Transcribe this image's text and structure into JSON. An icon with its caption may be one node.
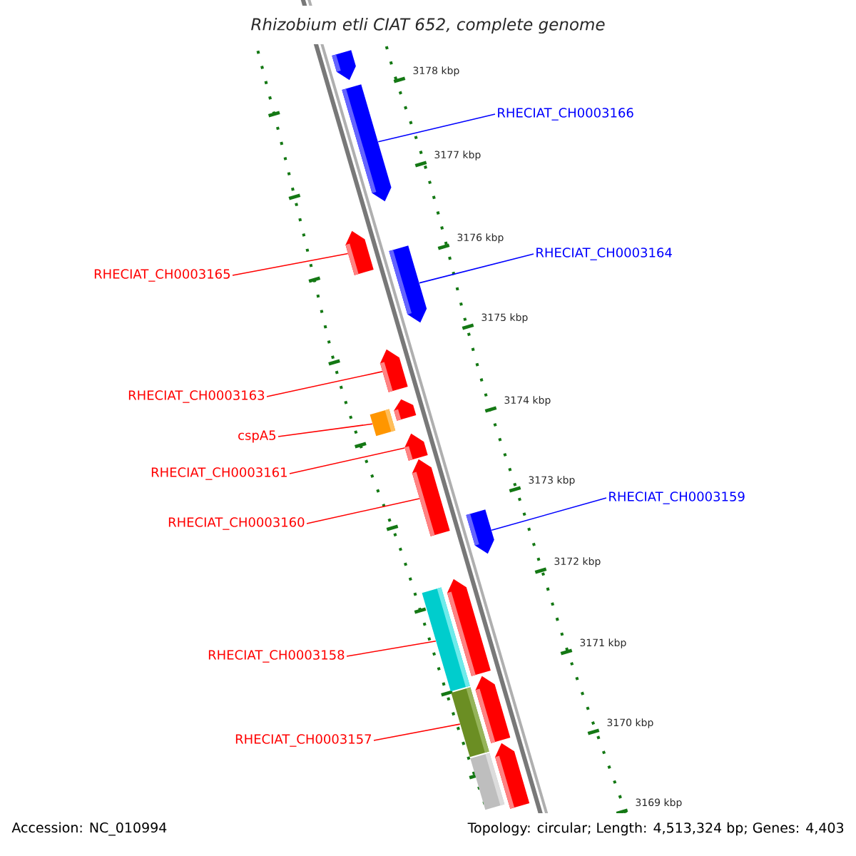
{
  "diagram": {
    "title": "Rhizobium etli CIAT 652, complete genome",
    "nodes": [
      {
        "text": [],
        "shape": "arrow"
      },
      {
        "text": [
          "RHECIAT_CH0003166"
        ]
      },
      {
        "text": [],
        "shape": "arrow"
      },
      {
        "text": [
          "RHECIAT_CH0003165"
        ]
      },
      {
        "text": [],
        "shape": "arrow"
      },
      {
        "text": [
          "RHECIAT_CH0003164"
        ]
      },
      {
        "text": [],
        "shape": "arrow"
      },
      {
        "text": [
          "RHECIAT_CH0003163"
        ]
      },
      {
        "text": [],
        "shape": "arrow"
      },
      {
        "text": [
          "cspA5"
        ]
      },
      {
        "text": [],
        "shape": "box"
      },
      {
        "text": [],
        "shape": "arrow"
      },
      {
        "text": [
          "RHECIAT_CH0003161"
        ]
      },
      {
        "text": [],
        "shape": "arrow"
      },
      {
        "text": [
          "RHECIAT_CH0003160"
        ]
      },
      {
        "text": [],
        "shape": "arrow"
      },
      {
        "text": [
          "RHECIAT_CH0003159"
        ]
      },
      {
        "text": [],
        "shape": "arrow"
      },
      {
        "text": [
          "RHECIAT_CH0003158"
        ]
      },
      {
        "text": [],
        "shape": "box"
      },
      {
        "text": [],
        "shape": "arrow"
      },
      {
        "text": [
          "RHECIAT_CH0003157"
        ]
      },
      {
        "text": [],
        "shape": "box"
      },
      {
        "text": [],
        "shape": "arrow"
      },
      {
        "text": [],
        "shape": "arrow"
      },
      {
        "text": [],
        "shape": "box"
      }
    ],
    "edges": [
      {
        "from": 1,
        "to": 2,
        "arrow": "none",
        "color": "#0000ff"
      },
      {
        "from": 3,
        "to": 4,
        "arrow": "none"
      },
      {
        "from": 5,
        "to": 6,
        "arrow": "none",
        "color": "#0000ff"
      },
      {
        "from": 7,
        "to": 8,
        "arrow": "none"
      },
      {
        "from": 9,
        "to": 10,
        "arrow": "none"
      },
      {
        "from": 12,
        "to": 13,
        "arrow": "none"
      },
      {
        "from": 14,
        "to": 15,
        "arrow": "none"
      },
      {
        "from": 16,
        "to": 17,
        "arrow": "none",
        "color": "#0000ff"
      },
      {
        "from": 18,
        "to": 19,
        "arrow": "none"
      },
      {
        "from": 21,
        "to": 22,
        "arrow": "none"
      }
    ],
    "labels": [
      "3178 kbp",
      "3177 kbp",
      "3176 kbp",
      "3175 kbp",
      "3174 kbp",
      "3173 kbp",
      "3172 kbp",
      "3171 kbp",
      "3170 kbp",
      "3169 kbp",
      "Accession: NC_010994",
      "Topology: circular; Length: 4,513,324 bp; Genes: 4,403"
    ]
  }
}
